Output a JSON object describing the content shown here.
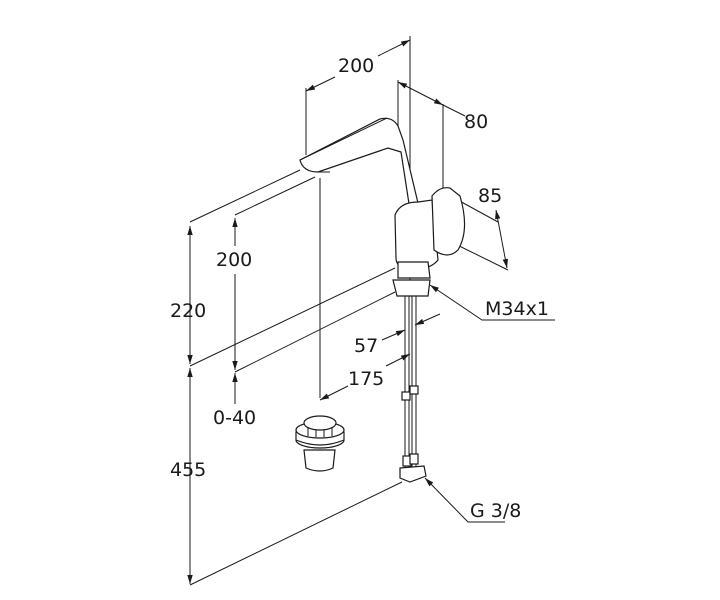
{
  "drawing": {
    "title": "Single-lever basin mixer dimension drawing",
    "dimensions": {
      "spout_reach": "200",
      "body_depth": "80",
      "lever_height": "85",
      "spout_height": "200",
      "overall_height": "220",
      "deck_thickness": "0-40",
      "hose_length": "455",
      "drain_offset": "175",
      "body_offset": "57",
      "thread": "M34x1",
      "connection": "G 3/8"
    },
    "line_color": "#1a1a1a"
  }
}
